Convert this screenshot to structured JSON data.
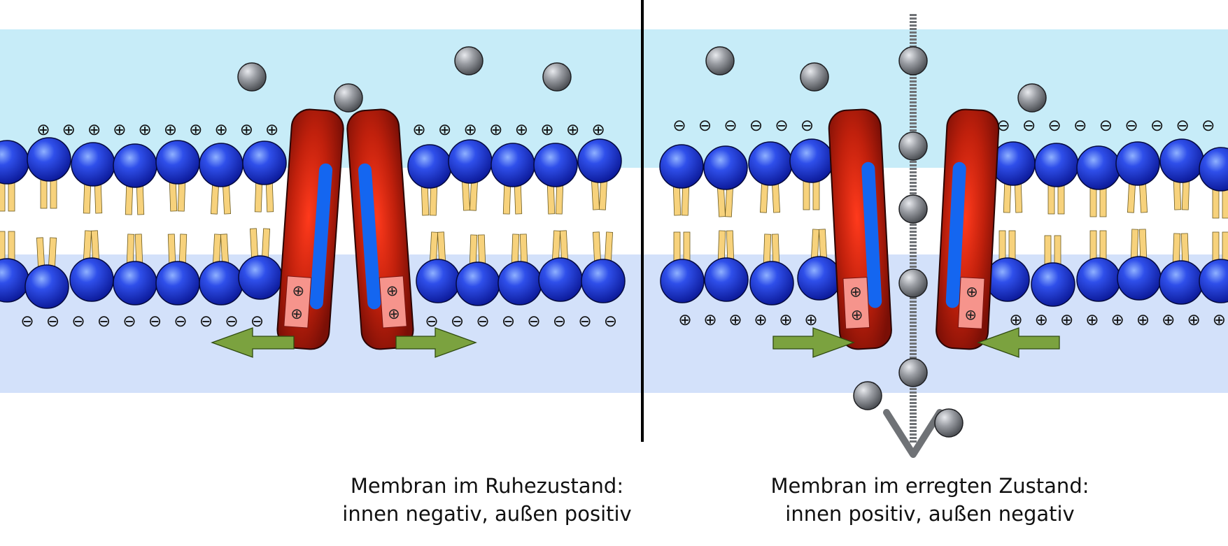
{
  "panels": [
    {
      "id": "resting",
      "caption_line1": "Membran im Ruhezustand:",
      "caption_line2": "innen negativ, außen positiv",
      "outside_charge": "⊕",
      "inside_charge": "⊖",
      "channel_state": "closed",
      "arrow_direction": "outward"
    },
    {
      "id": "excited",
      "caption_line1": "Membran im erregten Zustand:",
      "caption_line2": "innen positiv, außen negativ",
      "outside_charge": "⊖",
      "inside_charge": "⊕",
      "channel_state": "open",
      "arrow_direction": "inward"
    }
  ],
  "channel_charge": "⊕",
  "colors": {
    "outside": "#c7ecf8",
    "inside": "#d3e1fa",
    "phospholipid_head": "#1f33d6",
    "lipid_tail": "#f7d27c",
    "channel": "#b81d0b",
    "channel_stripe": "#1466f0",
    "sensor_box": "#f6948c",
    "ion": "#8a8d92",
    "arrow": "#7ba23f",
    "divider": "#000000"
  }
}
